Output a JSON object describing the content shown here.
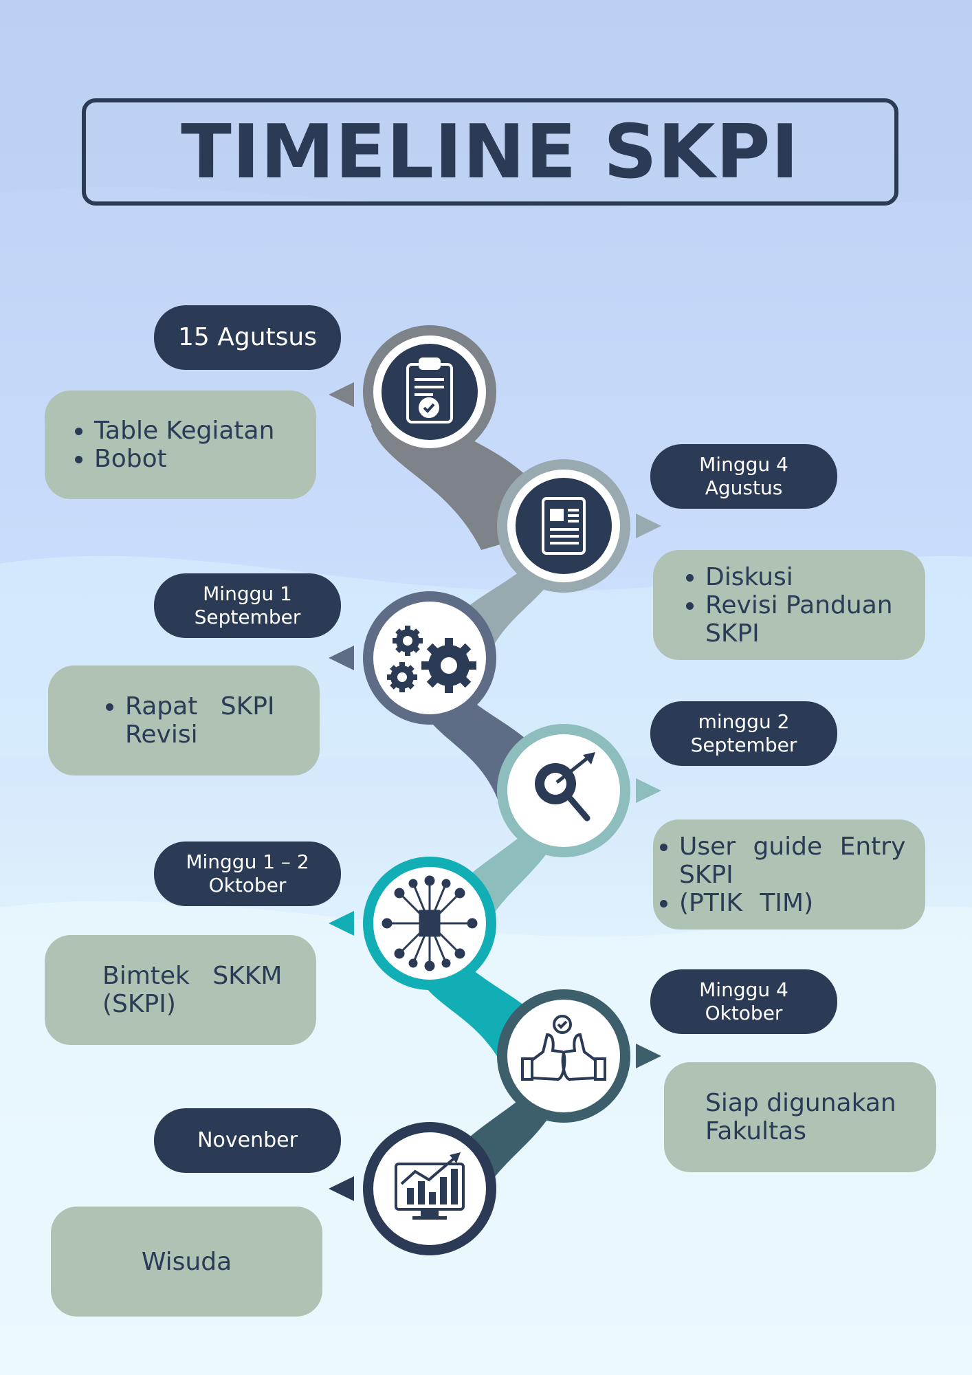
{
  "title": "TIMELINE SKPI",
  "colors": {
    "navy": "#2b3a55",
    "note_bg": "#b0c2b4",
    "teal": "#0fb0bb"
  },
  "steps": [
    {
      "date_lines": [
        "15 Agutsus"
      ],
      "items": [
        "Table Kegiatan",
        "Bobot"
      ],
      "icon": "clipboard-check-icon"
    },
    {
      "date_lines": [
        "Minggu 4",
        "Agustus"
      ],
      "items": [
        "Diskusi",
        "Revisi Panduan SKPI"
      ],
      "icon": "document-icon"
    },
    {
      "date_lines": [
        "Minggu 1",
        "September"
      ],
      "items": [
        "Rapat SKPI Revisi"
      ],
      "icon": "gears-icon"
    },
    {
      "date_lines": [
        "minggu 2",
        "September"
      ],
      "items": [
        "User guide Entry SKPI",
        "(PTIK TIM)"
      ],
      "icon": "magnifier-target-icon"
    },
    {
      "date_lines": [
        "Minggu 1 – 2",
        "Oktober"
      ],
      "text": "Bimtek SKKM (SKPI)",
      "icon": "network-document-icon"
    },
    {
      "date_lines": [
        "Minggu 4",
        "Oktober"
      ],
      "text": "Siap digunakan Fakultas",
      "icon": "thumbs-up-icon"
    },
    {
      "date_lines": [
        "Novenber"
      ],
      "text": "Wisuda",
      "icon": "chart-monitor-icon"
    }
  ]
}
